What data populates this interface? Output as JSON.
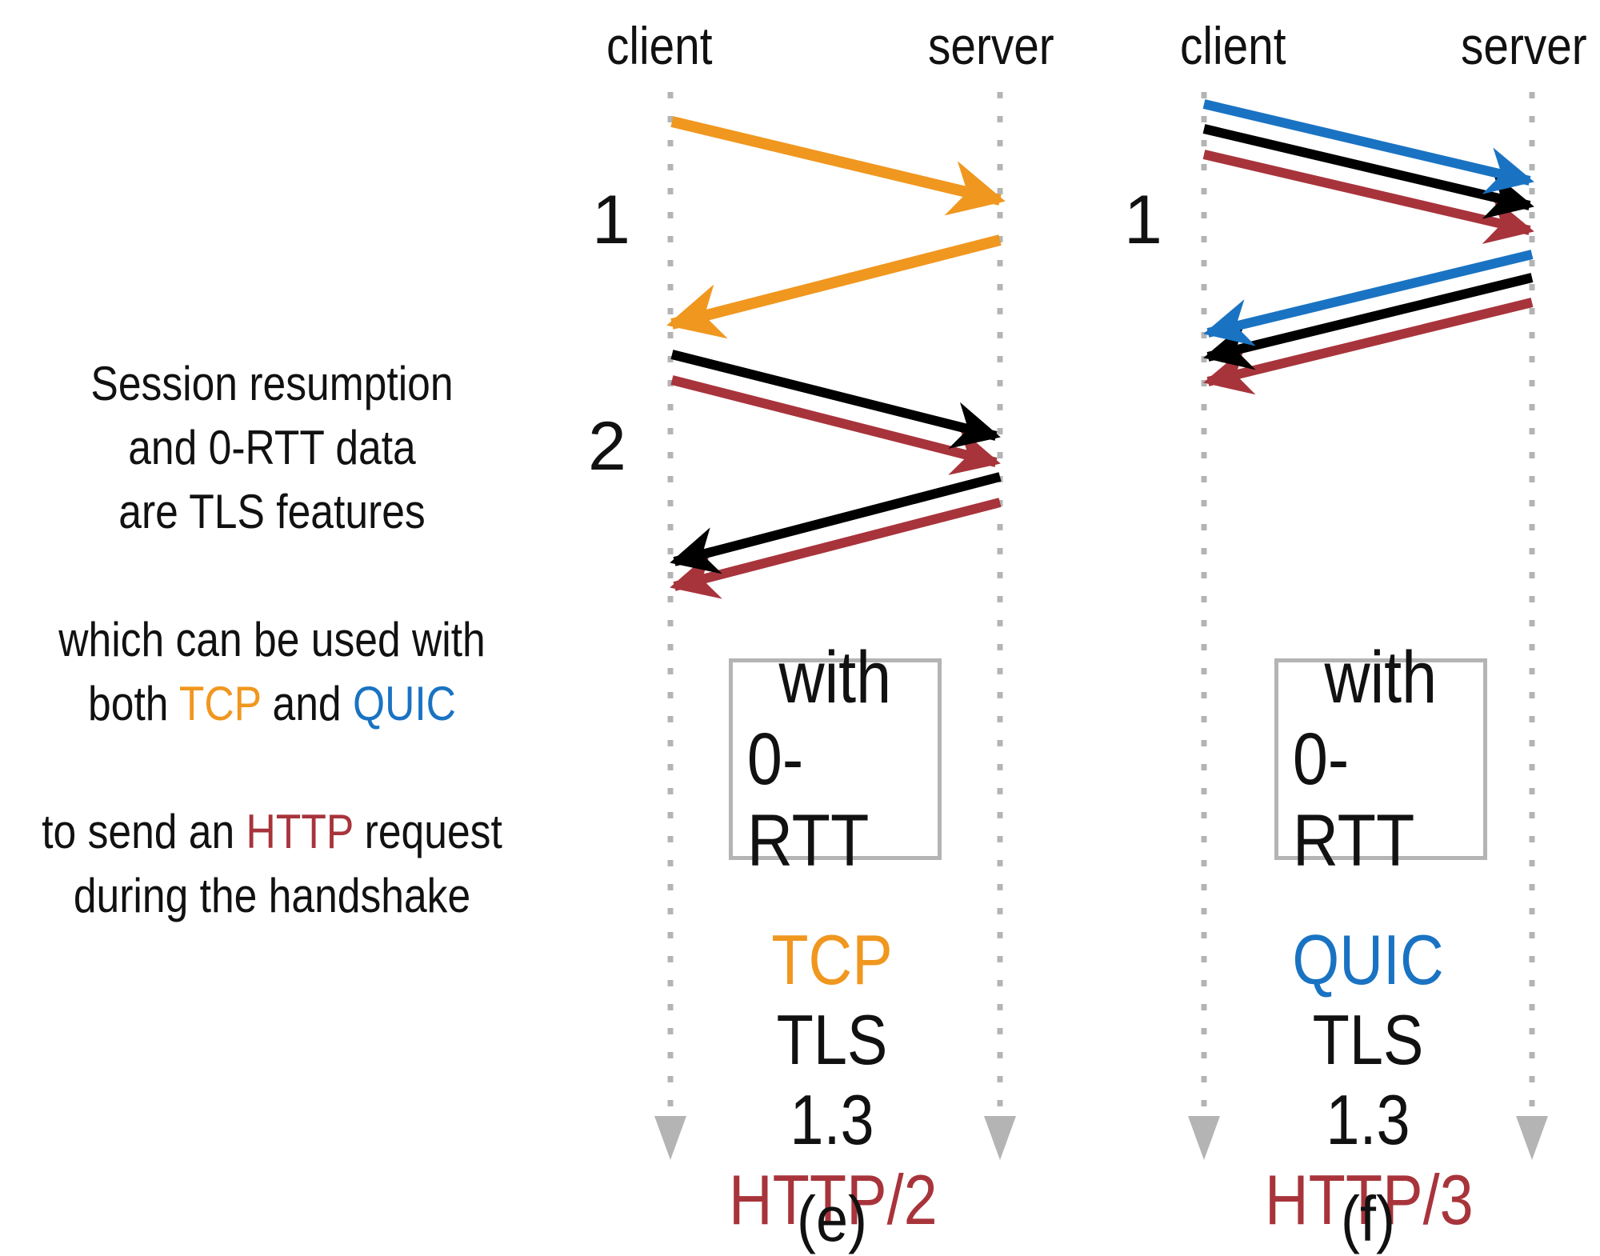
{
  "colors": {
    "tcp": "#f0971f",
    "quic": "#1a73c2",
    "tls": "#000000",
    "http": "#a8343b",
    "timeline": "#b4b4b4",
    "text": "#111111"
  },
  "explanation": {
    "line1": "Session resumption",
    "line2": "and 0-RTT data",
    "line3": "are TLS features",
    "line4": "which can be used with",
    "line5_prefix": "both ",
    "line5_tcp": "TCP",
    "line5_mid": " and ",
    "line5_quic": "QUIC",
    "line6_prefix": "to send an ",
    "line6_http": "HTTP",
    "line6_suffix": " request",
    "line7": "during the handshake"
  },
  "panel_e": {
    "client_label": "client",
    "server_label": "server",
    "rtt_1": "1",
    "rtt_2": "2",
    "box_line1": "with",
    "box_line2": "0-RTT",
    "transport": "TCP",
    "security": "TLS 1.3",
    "application": "HTTP/2",
    "caption": "(e)"
  },
  "panel_f": {
    "client_label": "client",
    "server_label": "server",
    "rtt_1": "1",
    "box_line1": "with",
    "box_line2": "0-RTT",
    "transport": "QUIC",
    "security": "TLS 1.3",
    "application": "HTTP/3",
    "caption": "(f)"
  }
}
